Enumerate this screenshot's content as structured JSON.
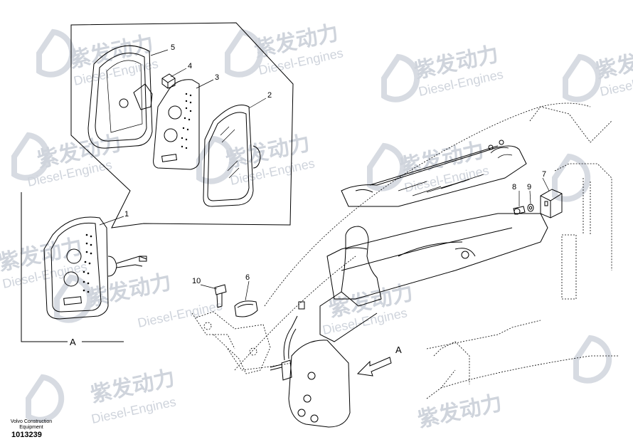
{
  "watermark": {
    "brand_cn": "紫发动力",
    "brand_en": "Diesel-Engines"
  },
  "callouts": {
    "p1": "1",
    "p2": "2",
    "p3": "3",
    "p4": "4",
    "p5": "5",
    "p6": "6",
    "p7": "7",
    "p8": "8",
    "p9": "9",
    "p10": "10"
  },
  "view": {
    "label_a": "A",
    "arrow_label_a": "A"
  },
  "footer": {
    "caption_line1": "Volvo Construction",
    "caption_line2": "Equipment",
    "doc_number": "1013239"
  },
  "colors": {
    "line": "#000000",
    "watermark": "#cfd4dc"
  }
}
